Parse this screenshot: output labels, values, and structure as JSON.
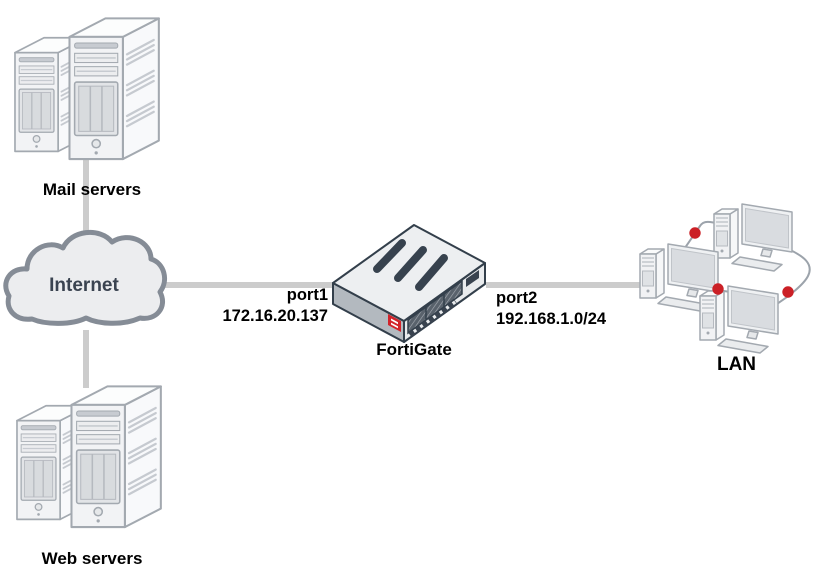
{
  "diagram": {
    "nodes": {
      "mail_servers": {
        "label": "Mail servers"
      },
      "internet": {
        "label": "Internet"
      },
      "fortigate": {
        "label": "FortiGate"
      },
      "lan": {
        "label": "LAN"
      },
      "web_servers": {
        "label": "Web servers"
      }
    },
    "interfaces": {
      "port1": {
        "name": "port1",
        "address": "172.16.20.137"
      },
      "port2": {
        "name": "port2",
        "address": "192.168.1.0/24"
      }
    },
    "links": [
      {
        "from": "mail_servers",
        "to": "internet"
      },
      {
        "from": "internet",
        "to": "fortigate",
        "via": "port1"
      },
      {
        "from": "fortigate",
        "to": "lan",
        "via": "port2"
      },
      {
        "from": "internet",
        "to": "web_servers"
      }
    ],
    "colors": {
      "link": "#CCCCCC",
      "thin_link": "#9CA3AB",
      "node_dot": "#CB2026",
      "cloud_fill": "#ECEDEF",
      "cloud_stroke": "#858C96",
      "device_stroke": "#333F4B",
      "device_front_dark": "#B3B9BF",
      "logo_red": "#D2232A",
      "label_text": "#000000",
      "internet_text": "#3A4350"
    }
  }
}
